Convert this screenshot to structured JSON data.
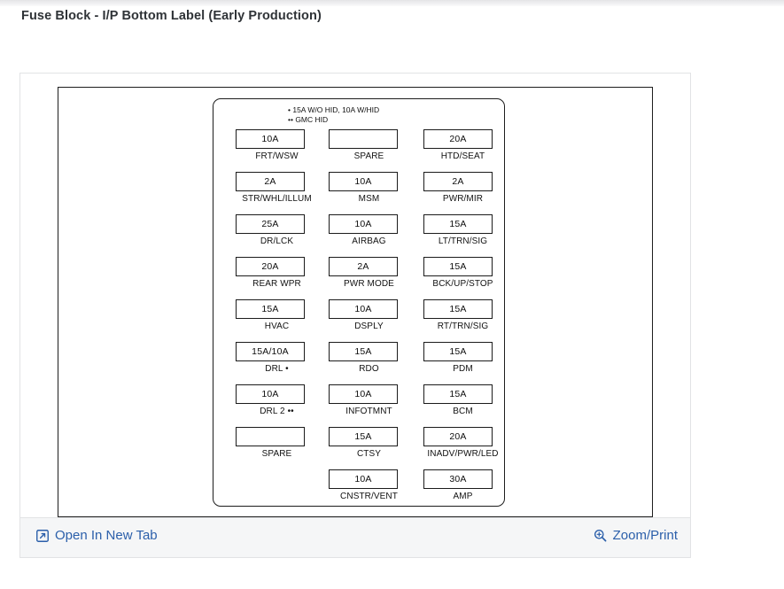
{
  "page": {
    "title": "Fuse Block - I/P Bottom Label (Early Production)"
  },
  "diagram": {
    "legend": [
      "• 15A W/O HID, 10A W/HID",
      "•• GMC HID"
    ],
    "columns": [
      {
        "name": "column-1",
        "cells": [
          {
            "amp": "10A",
            "label": "FRT/WSW"
          },
          {
            "amp": "2A",
            "label": "STR/WHL/ILLUM"
          },
          {
            "amp": "25A",
            "label": "DR/LCK"
          },
          {
            "amp": "20A",
            "label": "REAR WPR"
          },
          {
            "amp": "15A",
            "label": "HVAC"
          },
          {
            "amp": "15A/10A",
            "label": "DRL •"
          },
          {
            "amp": "10A",
            "label": "DRL 2 ••"
          },
          {
            "amp": "",
            "label": "SPARE"
          }
        ]
      },
      {
        "name": "column-2",
        "cells": [
          {
            "amp": "",
            "label": "SPARE"
          },
          {
            "amp": "10A",
            "label": "MSM"
          },
          {
            "amp": "10A",
            "label": "AIRBAG"
          },
          {
            "amp": "2A",
            "label": "PWR MODE"
          },
          {
            "amp": "10A",
            "label": "DSPLY"
          },
          {
            "amp": "15A",
            "label": "RDO"
          },
          {
            "amp": "10A",
            "label": "INFOTMNT"
          },
          {
            "amp": "15A",
            "label": "CTSY"
          },
          {
            "amp": "10A",
            "label": "CNSTR/VENT"
          }
        ]
      },
      {
        "name": "column-3",
        "cells": [
          {
            "amp": "20A",
            "label": "HTD/SEAT"
          },
          {
            "amp": "2A",
            "label": "PWR/MIR"
          },
          {
            "amp": "15A",
            "label": "LT/TRN/SIG"
          },
          {
            "amp": "15A",
            "label": "BCK/UP/STOP"
          },
          {
            "amp": "15A",
            "label": "RT/TRN/SIG"
          },
          {
            "amp": "15A",
            "label": "PDM"
          },
          {
            "amp": "15A",
            "label": "BCM"
          },
          {
            "amp": "20A",
            "label": "INADV/PWR/LED"
          },
          {
            "amp": "30A",
            "label": "AMP"
          }
        ]
      }
    ]
  },
  "actions": {
    "open_in_new_tab": "Open In New Tab",
    "zoom_print": "Zoom/Print"
  },
  "colors": {
    "link": "#2b5faa",
    "title": "#2f3337",
    "diagram_line": "#1d1d1d",
    "panel_border": "#e2e3e5",
    "action_bar_bg": "#f5f6f7"
  }
}
